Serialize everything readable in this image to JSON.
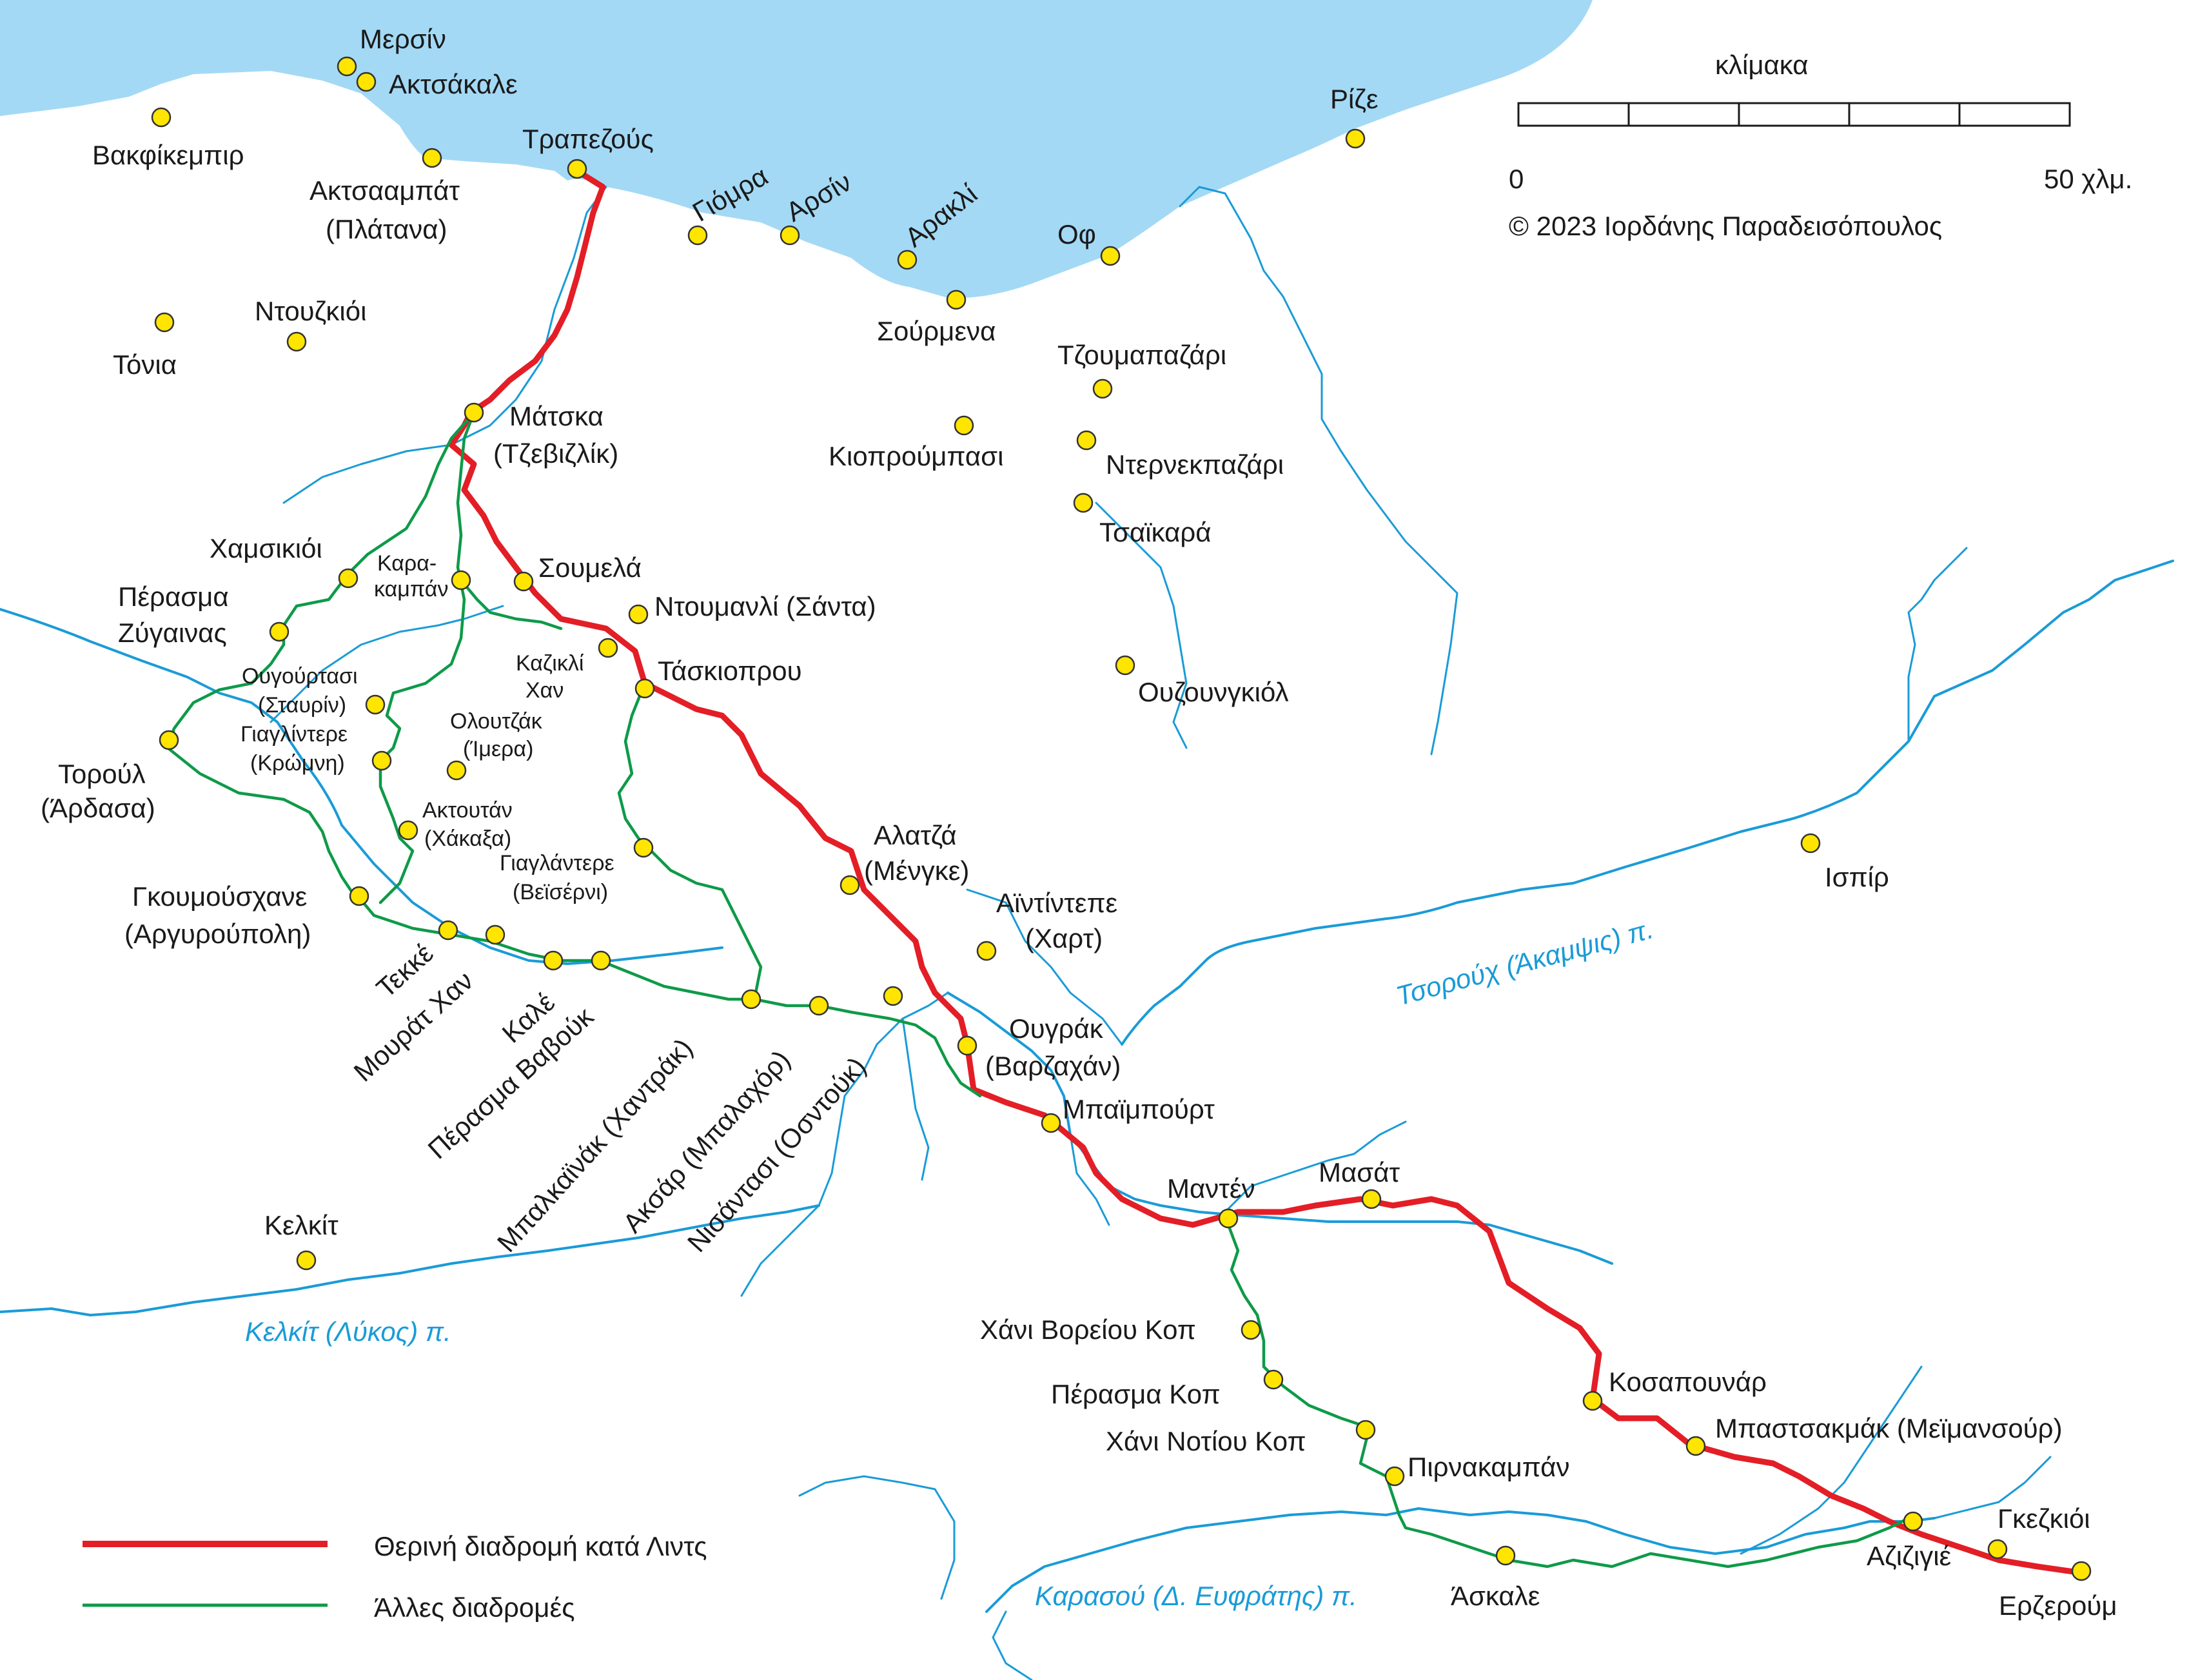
{
  "scale": {
    "title": "κλίμακα",
    "start": "0",
    "end": "50 χλμ.",
    "copyright": "© 2023 Ιορδάνης Παραδεισόπουλος"
  },
  "legend": {
    "summer_route": "Θερινή διαδρομή κατά Λιντς",
    "other_routes": "Άλλες διαδρομές",
    "summer_color": "#e31e26",
    "other_color": "#0e9a48"
  },
  "colors": {
    "sea": "#a3d9f5",
    "river": "#1a9bd7",
    "city": "#ffe500"
  },
  "rivers": {
    "chorokh": "Τσορούχ (Άκαμψις) π.",
    "kelkit": "Κελκίτ (Λύκος) π.",
    "karasu": "Καρασού (Δ. Ευφράτης) π."
  },
  "places": {
    "mersin": "Μερσίν",
    "aktsakale": "Ακτσάκαλε",
    "vakfikebir": "Βακφίκεμπιρ",
    "aktsaabat_1": "Ακτσααμπάτ",
    "aktsaabat_2": "(Πλάτανα)",
    "trabzon": "Τραπεζούς",
    "gioumra": "Γιόμρα",
    "arsin": "Αρσίν",
    "arakli": "Αρακλί",
    "of": "Οφ",
    "rize": "Ρίζε",
    "sourmena": "Σούρμενα",
    "douzkoi": "Ντουζκιόι",
    "tonia": "Τόνια",
    "tzoumapazari": "Τζουμαπαζάρι",
    "kioproumpasi": "Κιοπρούμπασι",
    "dernekpazari": "Ντερνεκπαζάρι",
    "tsaikara": "Τσαϊκαρά",
    "matska_1": "Μάτσκα",
    "matska_2": "(Τζεβιζλίκ)",
    "chamsikioi": "Χαμσικιόι",
    "perasma_zygainas_1": "Πέρασμα",
    "perasma_zygainas_2": "Ζύγαινας",
    "karakampan_1": "Καρα-",
    "karakampan_2": "καμπάν",
    "soumela": "Σουμελά",
    "doumanli": "Ντουμανλί (Σάντα)",
    "kazikli_1": "Καζικλί",
    "kazikli_2": "Χαν",
    "taskiopru": "Τάσκιοπρου",
    "ouzoungkiol": "Ουζουνγκιόλ",
    "ougiourtasi_1": "Ουγούρτασι",
    "ougiourtasi_2": "(Σταυρίν)",
    "olutzak_1": "Ολουτζάκ",
    "olutzak_2": "(Ίμερα)",
    "giaglintere_k_1": "Γιαγλίντερε",
    "giaglintere_k_2": "(Κρώμνη)",
    "toroul_1": "Τορούλ",
    "toroul_2": "(Άρδασα)",
    "aktoutan_1": "Ακτουτάν",
    "aktoutan_2": "(Χάκαξα)",
    "giaglantere_v_1": "Γιαγλάντερε",
    "giaglantere_v_2": "(Βεϊσέρνι)",
    "gumushane_1": "Γκουμούσχανε",
    "gumushane_2": "(Αργυρούπολη)",
    "alatza_1": "Αλατζά",
    "alatza_2": "(Μένγκε)",
    "aintintepe_1": "Αϊντίντεπε",
    "aintintepe_2": "(Χαρτ)",
    "ispir": "Ισπίρ",
    "ougrak_1": "Ουγράκ",
    "ougrak_2": "(Βαρζαχάν)",
    "bayburt": "Μπαϊμπούρτ",
    "tekke": "Τεκκέ",
    "mourat_chan": "Μουράτ Χαν",
    "kale": "Καλέ",
    "perasma_vavouk": "Πέρασμα Βαβούκ",
    "balkaiak": "Μπαλκαϊνάκ (Χαντράκ)",
    "aksar": "Ακσάρ (Μπαλαχόρ)",
    "nisantasi": "Νισάντασι (Οσντούκ)",
    "kelkit": "Κελκίτ",
    "manten": "Μαντέν",
    "masat": "Μασάτ",
    "chani_voreiou_kop": "Χάνι Βορείου Κοπ",
    "perasma_kop": "Πέρασμα Κοπ",
    "chani_notiou_kop": "Χάνι Νοτίου Κοπ",
    "pirnakampan": "Πιρνακαμπάν",
    "kosapounar": "Κοσαπουνάρ",
    "mpastsakmak": "Μπαστσακμάκ (Μεϊμανσούρ)",
    "askale": "Άσκαλε",
    "azizigie": "Αζιζιγιέ",
    "gkezkioi": "Γκεζκιόι",
    "erzeroum": "Ερζερούμ"
  }
}
